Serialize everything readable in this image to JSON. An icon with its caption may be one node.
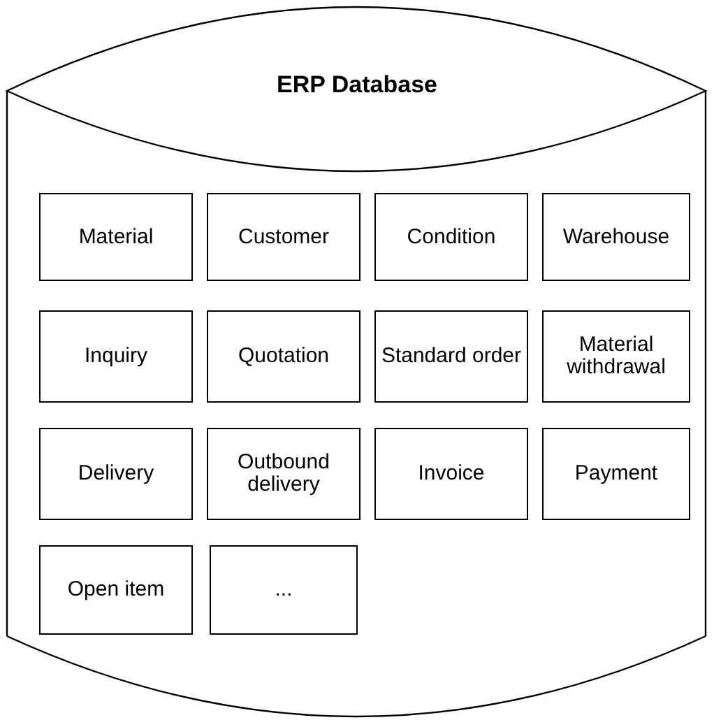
{
  "diagram": {
    "nodes": [
      {
        "text": [
          "ERP Database"
        ]
      },
      {
        "text": [
          "Material"
        ],
        "in": 0
      },
      {
        "text": [
          "Customer"
        ],
        "in": 0
      },
      {
        "text": [
          "Condition"
        ],
        "in": 0
      },
      {
        "text": [
          "Warehouse"
        ],
        "in": 0
      },
      {
        "text": [
          "Inquiry"
        ],
        "in": 0
      },
      {
        "text": [
          "Quotation"
        ],
        "in": 0
      },
      {
        "text": [
          "Standard order"
        ],
        "in": 0
      },
      {
        "text": [
          "Material withdrawal"
        ],
        "in": 0
      },
      {
        "text": [
          "Delivery"
        ],
        "in": 0
      },
      {
        "text": [
          "Outbound delivery"
        ],
        "in": 0
      },
      {
        "text": [
          "Invoice"
        ],
        "in": 0
      },
      {
        "text": [
          "Payment"
        ],
        "in": 0
      },
      {
        "text": [
          "Open item"
        ],
        "in": 0
      },
      {
        "text": [
          "..."
        ],
        "in": 0
      }
    ]
  }
}
